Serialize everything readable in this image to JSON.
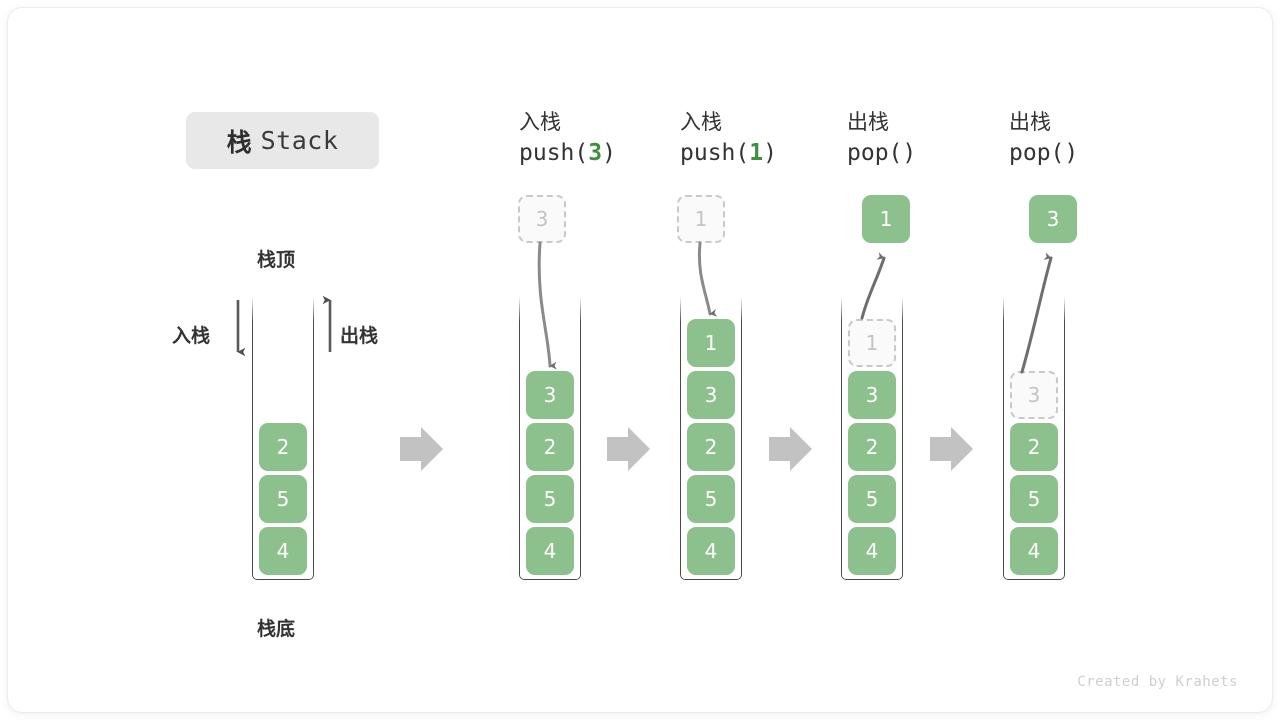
{
  "title": {
    "cn": "栈",
    "en": "Stack"
  },
  "labels": {
    "top": "栈顶",
    "bottom": "栈底",
    "push_side": "入栈",
    "pop_side": "出栈"
  },
  "credit": "Created by Krahets",
  "colors": {
    "cell_fill": "#8cc08c",
    "cell_text": "#ffffff",
    "ghost_fill": "#fafafa",
    "ghost_border": "#c9c9c9",
    "ghost_text": "#c4c4c4",
    "accent_green": "#3f8f3f",
    "badge_bg": "#e8e8e8",
    "arrow_gray": "#6e6e6e",
    "separator_gray": "#bfbfbf",
    "container_border": "#4a4a4a"
  },
  "steps": [
    {
      "id": "initial",
      "op_cn": "",
      "op_code_prefix": "",
      "op_code_arg": "",
      "op_code_suffix": "",
      "stack": [
        "2",
        "5",
        "4"
      ],
      "ghost": null,
      "popped": null
    },
    {
      "id": "push-3",
      "op_cn": "入栈",
      "op_code_prefix": "push(",
      "op_code_arg": "3",
      "op_code_suffix": ")",
      "stack": [
        "3",
        "2",
        "5",
        "4"
      ],
      "ghost": {
        "value": "3",
        "position": "above"
      },
      "popped": null
    },
    {
      "id": "push-1",
      "op_cn": "入栈",
      "op_code_prefix": "push(",
      "op_code_arg": "1",
      "op_code_suffix": ")",
      "stack": [
        "1",
        "3",
        "2",
        "5",
        "4"
      ],
      "ghost": {
        "value": "1",
        "position": "above"
      },
      "popped": null
    },
    {
      "id": "pop-1",
      "op_cn": "出栈",
      "op_code_prefix": "pop(",
      "op_code_arg": "",
      "op_code_suffix": ")",
      "stack": [
        "3",
        "2",
        "5",
        "4"
      ],
      "ghost": {
        "value": "1",
        "position": "in-stack"
      },
      "popped": "1"
    },
    {
      "id": "pop-3",
      "op_cn": "出栈",
      "op_code_prefix": "pop(",
      "op_code_arg": "",
      "op_code_suffix": ")",
      "stack": [
        "2",
        "5",
        "4"
      ],
      "ghost": {
        "value": "3",
        "position": "in-stack"
      },
      "popped": "3"
    }
  ],
  "separators": [
    "arrow-right-icon",
    "arrow-right-icon",
    "arrow-right-icon",
    "arrow-right-icon"
  ]
}
